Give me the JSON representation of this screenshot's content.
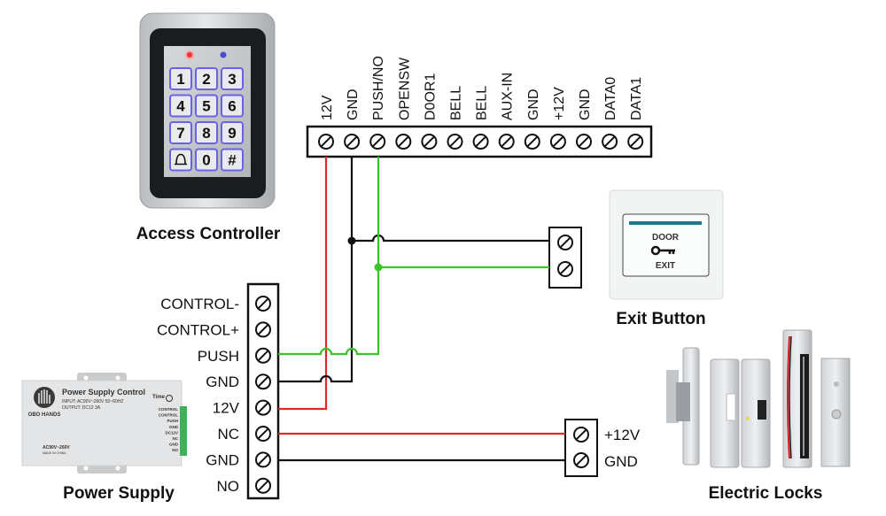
{
  "captions": {
    "access_controller": "Access Controller",
    "exit_button": "Exit Button",
    "power_supply": "Power Supply",
    "electric_locks": "Electric Locks"
  },
  "controller_terminals": [
    "12V",
    "GND",
    "PUSH/NO",
    "OPENSW",
    "D0OR1",
    "BELL",
    "BELL",
    "AUX-IN",
    "GND",
    "+12V",
    "GND",
    "DATA0",
    "DATA1"
  ],
  "keypad": {
    "keys": [
      "1",
      "2",
      "3",
      "4",
      "5",
      "6",
      "7",
      "8",
      "9",
      "bell",
      "0",
      "#"
    ],
    "led_colors": {
      "red": "#e8323a",
      "blue": "#4a4acc"
    }
  },
  "power_supply_terminals": [
    "CONTROL-",
    "CONTROL+",
    "PUSH",
    "GND",
    "12V",
    "NC",
    "GND",
    "NO"
  ],
  "power_supply_device": {
    "title": "Power Supply Control",
    "input": "INPUT:  AC90V~260V 50~60HZ",
    "output": "OUTPUT:  DC12  3A",
    "brand": "OBO HANDS",
    "time": "Time",
    "rating": "AC90V~260V",
    "made_in": "MADE IN CHINA",
    "mini_terminals": [
      "CONTROL",
      "CONTROL",
      "PUSH",
      "GND",
      "DC12V",
      "NC",
      "GND",
      "NO"
    ]
  },
  "exit_button_device": {
    "top_text": "DOOR",
    "bottom_text": "EXIT"
  },
  "lock_terminals": [
    "+12V",
    "GND"
  ],
  "wire_colors": {
    "red": "#e0262a",
    "black": "#111111",
    "green": "#3cc22a"
  }
}
